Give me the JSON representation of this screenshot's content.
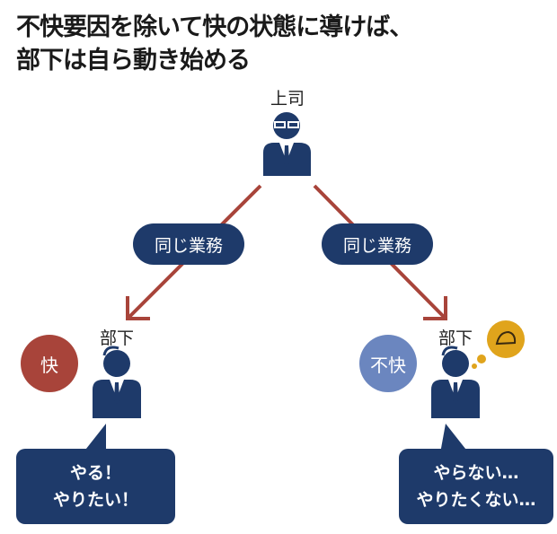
{
  "title": {
    "line1": "不快要因を除いて快の状態に導けば、",
    "line2": "部下は自ら動き始める"
  },
  "boss": {
    "label": "上司"
  },
  "pills": {
    "left": "同じ業務",
    "right": "同じ業務"
  },
  "left": {
    "mood": "快",
    "label": "部下",
    "speech": [
      "やる！",
      "やりたい！"
    ]
  },
  "right": {
    "mood": "不快",
    "label": "部下",
    "speech": [
      "やらない…",
      "やりたくない…"
    ]
  },
  "colors": {
    "navy": "#1e3a6a",
    "arrow": "#a8443a",
    "pleasant": "#a8443a",
    "unpleasant": "#6b86bf",
    "thought": "#e0a41c"
  }
}
